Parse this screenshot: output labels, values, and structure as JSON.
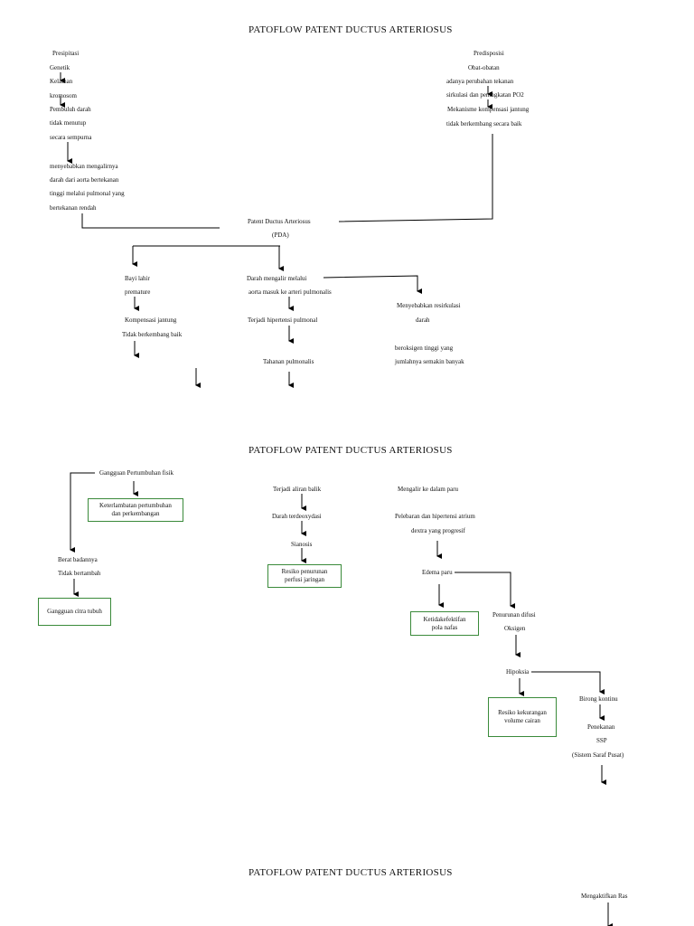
{
  "title": "PATOFLOW PATENT  DUCTUS ARTERIOSUS",
  "page1": {
    "presipitasi": "Presipitasi",
    "genetik": "Genetik",
    "kelainan": "Kelainan",
    "kromosom": "kromosom",
    "pembuluh1": "Pembuluh darah",
    "pembuluh2": "tidak menutup",
    "pembuluh3": "secara sempurna",
    "menyebabkan1": "menyebabkan mengalirnya",
    "menyebabkan2": "darah dari aorta bertekanan",
    "menyebabkan3": "tinggi melalui pulmonal yang",
    "menyebabkan4": "bertekanan rendah",
    "predisposisi": "Predisposisi",
    "obat": "Obat-obatan",
    "adanya1": "adanya perubahan tekanan",
    "adanya2": "sirkulasi dan peningkatan PO2",
    "mekanisme1": "Mekanisme kompensasi jantung",
    "mekanisme2": "tidak berkembang secara baik",
    "pda1": "Patent Ductus Arteriosus",
    "pda2": "(PDA)",
    "bayi1": "Bayi lahir",
    "bayi2": "premature",
    "kompensasi1": "Kompensasi jantung",
    "kompensasi2": "Tidak berkembang baik",
    "darah1": "Darah mengalir melalui",
    "darah2": "aorta masuk ke arteri pulmonalis",
    "hipertensi": "Terjadi hipertensi pulmonal",
    "tahanan": "Tahanan pulmonalis",
    "resirkulasi1": "Menyebabkan resirkulasi",
    "resirkulasi2": "darah",
    "resirkulasi3": "beroksigen tinggi yang",
    "resirkulasi4": "jumlahnya semakin banyak"
  },
  "page2": {
    "gangguan_fisik": "Gangguan Pertumbuhan fisik",
    "keterlambatan1": "Keterlambatan pertumbuhan",
    "keterlambatan2": "dan perkembangan",
    "berat1": "Berat badannya",
    "berat2": "Tidak bertambah",
    "citra": "Gangguan citra tubuh",
    "aliran": "Terjadi aliran balik",
    "terdeoxy": "Darah terdeoxydasi",
    "sianosis": "Sianosis",
    "resiko_perfusi1": "Resiko penurunan",
    "resiko_perfusi2": "perfusi jaringan",
    "mengalir": "Mengalir ke dalam paru",
    "pelebaran1": "Pelebaran dan  hipertensi atrium",
    "pelebaran2": "dextra yang progresif",
    "edema": "Edema paru",
    "ketidak1": "Ketidakefektifan",
    "ketidak2": "pola nafas",
    "penurunan1": "Penurunan difusi",
    "penurunan2": "Oksigen",
    "hipoksia": "Hipoksia",
    "resiko_vol1": "Resiko kekurangan",
    "resiko_vol2": "volume cairan",
    "birong": "Birong kontinu",
    "penekanan1": "Penekanan",
    "penekanan2": "SSP",
    "penekanan3": "(Sistem Saraf Pusat)"
  },
  "page3": {
    "mengaktifkan": "Mengaktifkan Ras"
  }
}
